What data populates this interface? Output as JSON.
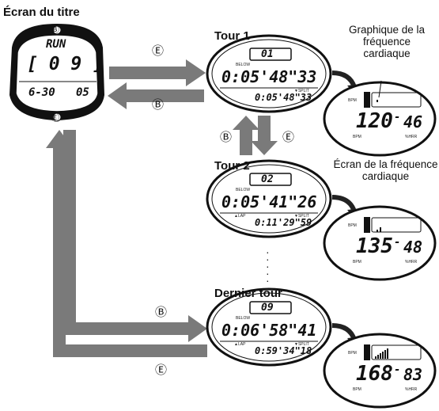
{
  "title_screen": {
    "heading": "Écran du titre",
    "mode_text": "RUN",
    "main_text": "[ 0 9 ]",
    "date_text": "6-30",
    "count_text": "05"
  },
  "laps": [
    {
      "heading": "Tour 1",
      "lap_no": "01",
      "main_time": "0:05'48\"33",
      "split_time": "0:05'48\"33"
    },
    {
      "heading": "Tour 2",
      "lap_no": "02",
      "main_time": "0:05'41\"26",
      "split_time": "0:11'29\"59"
    },
    {
      "heading": "Dernier tour",
      "lap_no": "09",
      "main_time": "0:06'58\"41",
      "split_time": "0:59'34\"18"
    }
  ],
  "heart_screens": [
    {
      "value_left": "120",
      "value_right": "46"
    },
    {
      "value_left": "135",
      "value_right": "48"
    },
    {
      "value_left": "168",
      "value_right": "83"
    }
  ],
  "labels": {
    "graph_caption": "Graphique de la fréquence cardiaque",
    "heart_screen_caption": "Écran de la fréquence cardiaque",
    "below": "BELOW",
    "lap": "▲LAP",
    "split": "▼SPLIT",
    "bpm": "BPM",
    "hrr": "%HRR"
  },
  "buttons": {
    "b": "Ⓑ",
    "e": "Ⓔ"
  }
}
